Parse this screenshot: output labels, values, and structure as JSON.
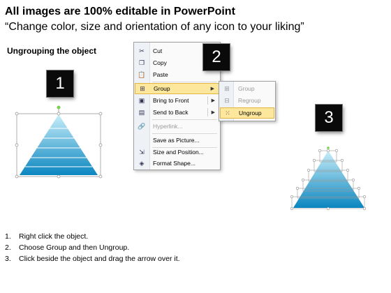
{
  "header": {
    "headline": "All images are 100% editable in PowerPoint",
    "subheadline": "“Change color, size and orientation of any icon to your liking”"
  },
  "section_title": "Ungrouping the object",
  "badges": [
    "1",
    "2",
    "3"
  ],
  "context_menu": {
    "items": [
      {
        "label": "Cut",
        "icon": "scissors-icon"
      },
      {
        "label": "Copy",
        "icon": "copy-icon"
      },
      {
        "label": "Paste",
        "icon": "paste-icon"
      },
      {
        "label": "Group",
        "icon": "group-icon",
        "selected": true,
        "submenu": true
      },
      {
        "label": "Bring to Front",
        "icon": "bring-to-front-icon",
        "submenu": true
      },
      {
        "label": "Send to Back",
        "icon": "send-to-back-icon",
        "submenu": true
      },
      {
        "label": "Hyperlink...",
        "icon": "hyperlink-icon",
        "disabled": true
      },
      {
        "label": "Save as Picture...",
        "icon": ""
      },
      {
        "label": "Size and Position...",
        "icon": "size-position-icon"
      },
      {
        "label": "Format Shape...",
        "icon": "format-shape-icon"
      }
    ]
  },
  "submenu": {
    "items": [
      {
        "label": "Group",
        "icon": "group-icon",
        "disabled": true
      },
      {
        "label": "Regroup",
        "icon": "regroup-icon",
        "disabled": true
      },
      {
        "label": "Ungroup",
        "icon": "ungroup-icon",
        "selected": true
      }
    ]
  },
  "steps": [
    {
      "number": "1.",
      "text": "Right click the object."
    },
    {
      "number": "2.",
      "text": "Choose Group and then Ungroup."
    },
    {
      "number": "3.",
      "text": "Click beside the object and drag the arrow over it."
    }
  ],
  "colors": {
    "pyramid_top": "#b8e8f7",
    "pyramid_bottom": "#0a8cc4",
    "menu_highlight": "#fde79c",
    "badge": "#0a0a0a"
  }
}
